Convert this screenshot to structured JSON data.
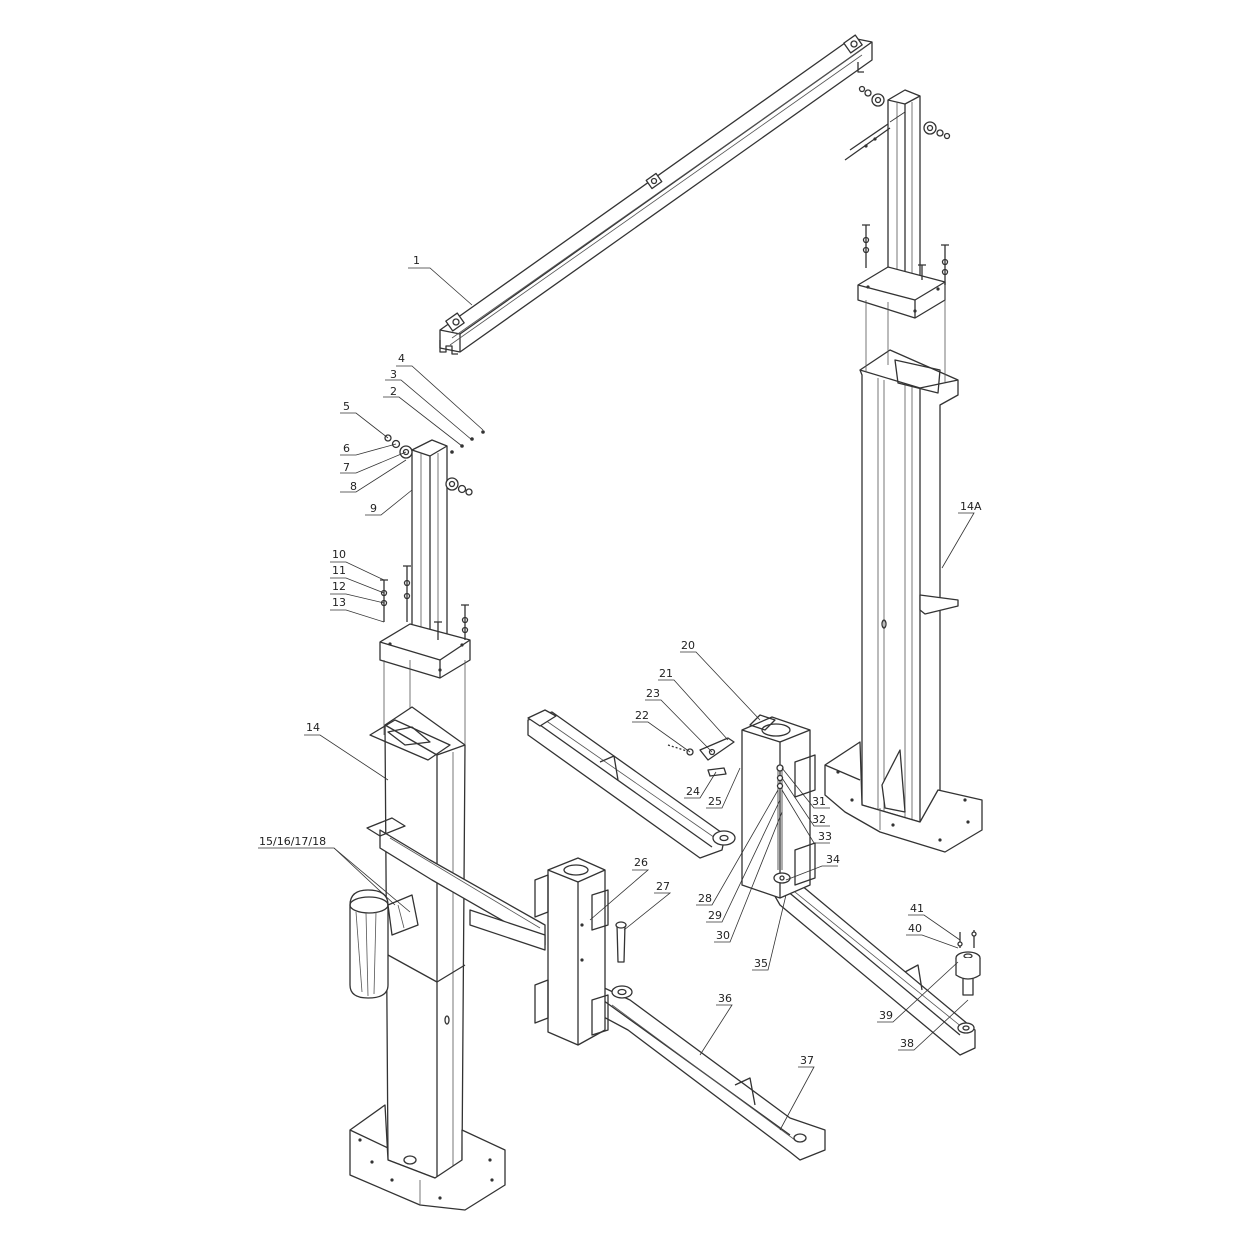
{
  "callouts": [
    {
      "id": "c1",
      "text": "1"
    },
    {
      "id": "c2",
      "text": "2"
    },
    {
      "id": "c3",
      "text": "3"
    },
    {
      "id": "c4",
      "text": "4"
    },
    {
      "id": "c5",
      "text": "5"
    },
    {
      "id": "c6",
      "text": "6"
    },
    {
      "id": "c7",
      "text": "7"
    },
    {
      "id": "c8",
      "text": "8"
    },
    {
      "id": "c9",
      "text": "9"
    },
    {
      "id": "c10",
      "text": "10"
    },
    {
      "id": "c11",
      "text": "11"
    },
    {
      "id": "c12",
      "text": "12"
    },
    {
      "id": "c13",
      "text": "13"
    },
    {
      "id": "c14",
      "text": "14"
    },
    {
      "id": "c14A",
      "text": "14A"
    },
    {
      "id": "c15",
      "text": "15/16/17/18"
    },
    {
      "id": "c20",
      "text": "20"
    },
    {
      "id": "c21",
      "text": "21"
    },
    {
      "id": "c22",
      "text": "22"
    },
    {
      "id": "c23",
      "text": "23"
    },
    {
      "id": "c24",
      "text": "24"
    },
    {
      "id": "c25",
      "text": "25"
    },
    {
      "id": "c26",
      "text": "26"
    },
    {
      "id": "c27",
      "text": "27"
    },
    {
      "id": "c28",
      "text": "28"
    },
    {
      "id": "c29",
      "text": "29"
    },
    {
      "id": "c30",
      "text": "30"
    },
    {
      "id": "c31",
      "text": "31"
    },
    {
      "id": "c32",
      "text": "32"
    },
    {
      "id": "c33",
      "text": "33"
    },
    {
      "id": "c34",
      "text": "34"
    },
    {
      "id": "c35",
      "text": "35"
    },
    {
      "id": "c36",
      "text": "36"
    },
    {
      "id": "c37",
      "text": "37"
    },
    {
      "id": "c38",
      "text": "38"
    },
    {
      "id": "c39",
      "text": "39"
    },
    {
      "id": "c40",
      "text": "40"
    },
    {
      "id": "c41",
      "text": "41"
    }
  ]
}
